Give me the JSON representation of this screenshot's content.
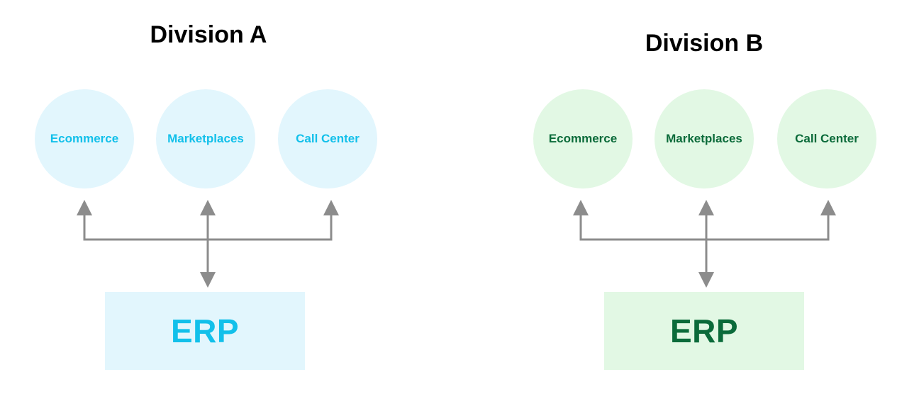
{
  "colors": {
    "division_a": {
      "fill": "#e2f6fd",
      "text": "#12c0ea"
    },
    "division_b": {
      "fill": "#e2f8e4",
      "text": "#0b6b3a"
    },
    "connector": "#8c8c8c"
  },
  "divisions": [
    {
      "title": "Division A",
      "channels": [
        "Ecommerce",
        "Marketplaces",
        "Call Center"
      ],
      "erp_label": "ERP"
    },
    {
      "title": "Division B",
      "channels": [
        "Ecommerce",
        "Marketplaces",
        "Call Center"
      ],
      "erp_label": "ERP"
    }
  ]
}
